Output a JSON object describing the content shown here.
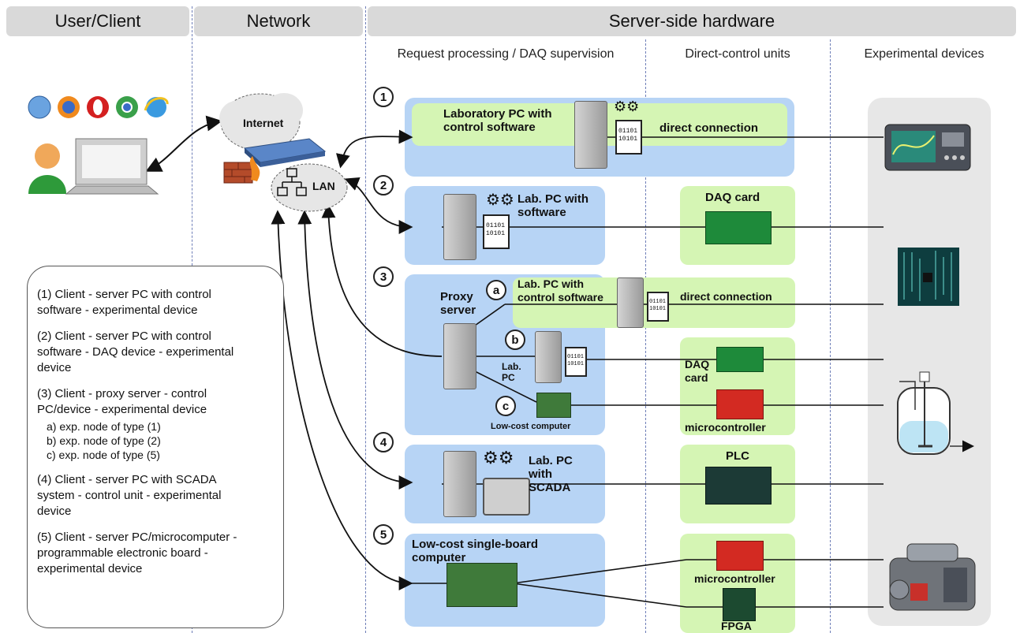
{
  "headers": {
    "user_client": "User/Client",
    "network": "Network",
    "server_side": "Server-side hardware"
  },
  "subheaders": {
    "request_processing": "Request processing / DAQ supervision",
    "direct_control": "Direct-control units",
    "experimental": "Experimental devices"
  },
  "network": {
    "internet": "Internet",
    "lan": "LAN"
  },
  "row_numbers": [
    "1",
    "2",
    "3",
    "4",
    "5"
  ],
  "sub_letters": [
    "a",
    "b",
    "c"
  ],
  "row1": {
    "pc_label_line1": "Laboratory PC with",
    "pc_label_line2": "control software",
    "connection": "direct connection"
  },
  "row2": {
    "pc_label_line1": "Lab. PC with",
    "pc_label_line2": "software",
    "daq": "DAQ card"
  },
  "row3": {
    "proxy_line1": "Proxy",
    "proxy_line2": "server",
    "a_label_line1": "Lab. PC with",
    "a_label_line2": "control software",
    "a_connection": "direct connection",
    "b_label_line1": "Lab.",
    "b_label_line2": "PC",
    "daq_line1": "DAQ",
    "daq_line2": "card",
    "c_label": "Low-cost computer",
    "microcontroller": "microcontroller"
  },
  "row4": {
    "pc_label_line1": "Lab. PC",
    "pc_label_line2": "with",
    "pc_label_line3": "SCADA",
    "plc": "PLC"
  },
  "row5": {
    "label_line1": "Low-cost single-board",
    "label_line2": "computer",
    "microcontroller": "microcontroller",
    "fpga": "FPGA"
  },
  "binary": {
    "line1": "01101",
    "line2": "10101"
  },
  "legend": {
    "item1_line1": "(1)  Client - server PC with control",
    "item1_line2": "software -  experimental device",
    "item2_line1": "(2)  Client - server PC with control",
    "item2_line2": "software - DAQ device - experimental",
    "item2_line3": "device",
    "item3_line1": "(3)  Client - proxy server - control",
    "item3_line2": "PC/device - experimental device",
    "item3_a": "a) exp. node of type (1)",
    "item3_b": "b) exp. node of type (2)",
    "item3_c": "c) exp. node of type (5)",
    "item4_line1": "(4)  Client - server PC with SCADA",
    "item4_line2": "system - control unit - experimental",
    "item4_line3": "device",
    "item5_line1": "(5)  Client - server PC/microcomputer -",
    "item5_line2": "programmable electronic board -",
    "item5_line3": "experimental device"
  },
  "colors": {
    "panel_blue": "#b7d4f5",
    "panel_green": "#d5f5b4",
    "header_gray": "#d9d9d9",
    "divider": "#6f7fb8"
  }
}
